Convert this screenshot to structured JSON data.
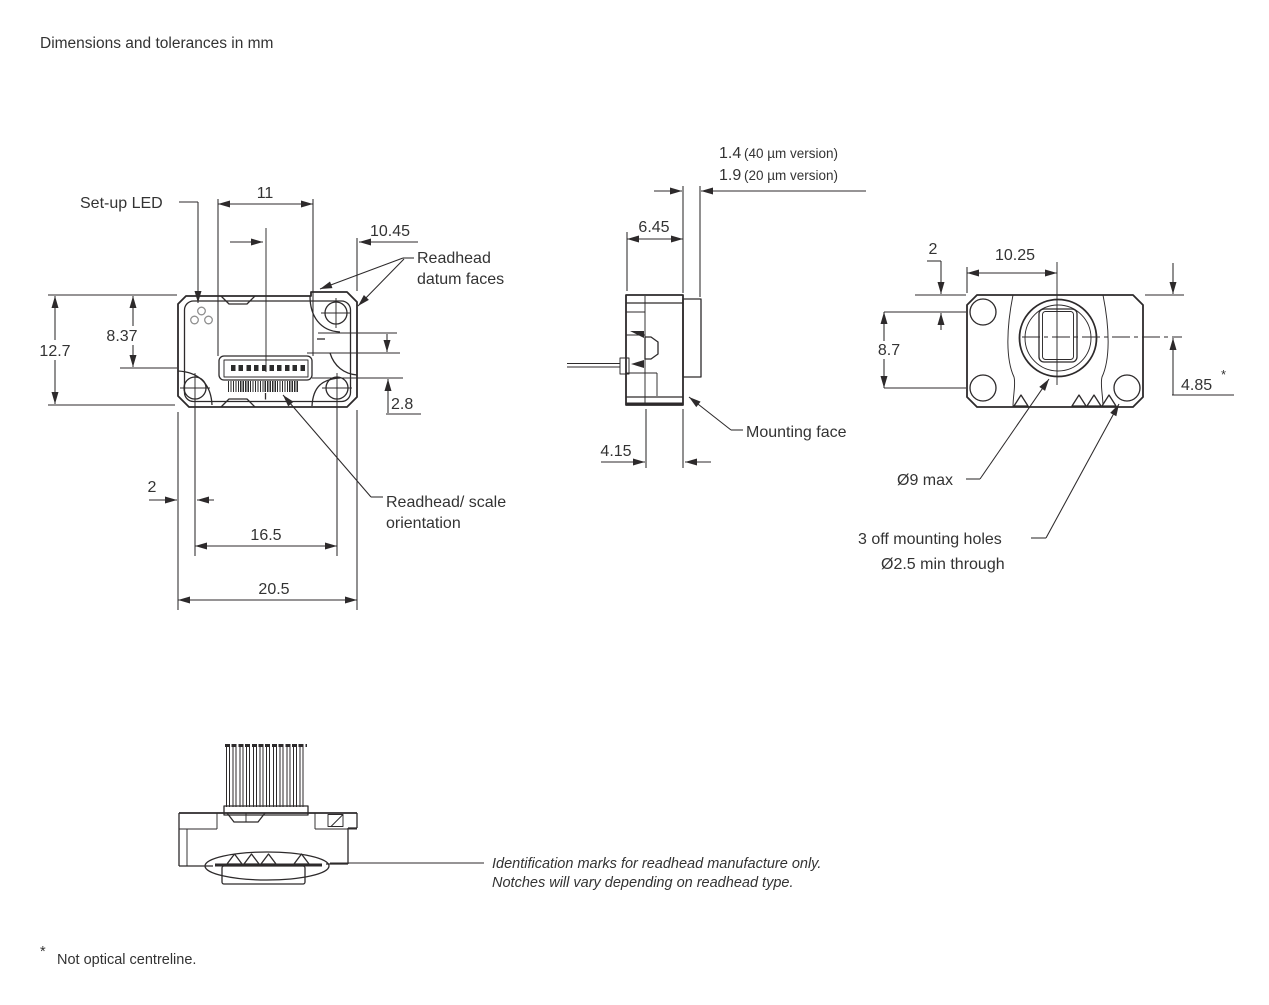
{
  "title": "Dimensions and tolerances in mm",
  "front_view": {
    "setup_led_label": "Set-up LED",
    "datum_faces_label_line1": "Readhead",
    "datum_faces_label_line2": "datum faces",
    "orientation_label_line1": "Readhead/ scale",
    "orientation_label_line2": "orientation",
    "dim_connector_width": "11",
    "dim_datum_offset": "10.45",
    "dim_led_height": "8.37",
    "dim_body_height": "12.7",
    "dim_scale_offset": "2.8",
    "dim_hole_edge_offset": "2",
    "dim_hole_pitch": "16.5",
    "dim_body_width": "20.5"
  },
  "side_view": {
    "dim_rideheight_40": "1.4",
    "dim_rideheight_40_note": "(40 µm version)",
    "dim_rideheight_20": "1.9",
    "dim_rideheight_20_note": "(20 µm version)",
    "dim_body_depth": "6.45",
    "dim_cable_offset": "4.15",
    "mounting_face_label": "Mounting face"
  },
  "back_view": {
    "dim_hole_top_offset": "2",
    "dim_lens_centre_offset": "10.25",
    "dim_hole_pitch": "8.7",
    "dim_centreline_offset": "4.85",
    "dim_centreline_offset_star": "*",
    "lens_label": "Ø9 max",
    "holes_label_line1": "3 off mounting holes",
    "holes_label_line2": "Ø2.5 min through"
  },
  "bottom_view": {
    "id_note_line1": "Identification marks for readhead manufacture only.",
    "id_note_line2": "Notches will vary depending on readhead type."
  },
  "footnote_star": "*",
  "footnote_text": "Not optical centreline.",
  "colors": {
    "line": "#2d2a2b",
    "text": "#333333"
  }
}
